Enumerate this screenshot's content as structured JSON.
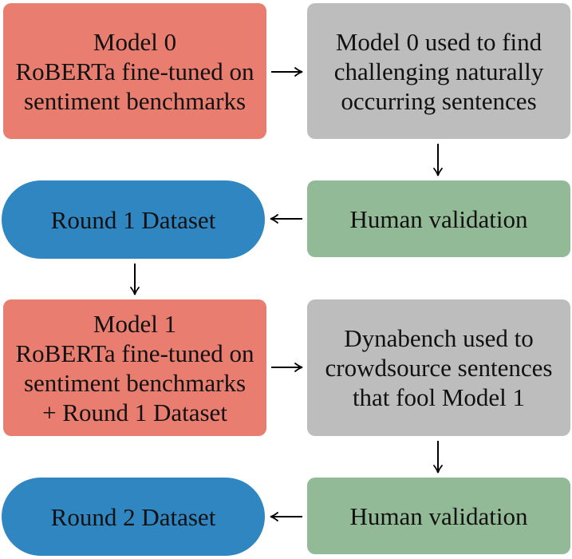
{
  "nodes": {
    "model0": {
      "lines": [
        "Model 0",
        "RoBERTa fine-tuned on",
        "sentiment benchmarks"
      ],
      "color": "#e97d6f"
    },
    "find_sentences": {
      "lines": [
        "Model 0 used to find",
        "challenging naturally",
        "occurring sentences"
      ],
      "color": "#bdbdbd"
    },
    "human_validation_1": {
      "lines": [
        "Human validation"
      ],
      "color": "#93ba97"
    },
    "round1_dataset": {
      "lines": [
        "Round 1 Dataset"
      ],
      "color": "#2f86c0"
    },
    "model1": {
      "lines": [
        "Model 1",
        "RoBERTa fine-tuned on",
        "sentiment benchmarks",
        "+ Round 1 Dataset"
      ],
      "color": "#e97d6f"
    },
    "dynabench": {
      "lines": [
        "Dynabench used to",
        "crowdsource sentences",
        "that fool Model 1"
      ],
      "color": "#bdbdbd"
    },
    "human_validation_2": {
      "lines": [
        "Human validation"
      ],
      "color": "#93ba97"
    },
    "round2_dataset": {
      "lines": [
        "Round 2 Dataset"
      ],
      "color": "#2f86c0"
    }
  },
  "edges": [
    {
      "from": "model0",
      "to": "find_sentences"
    },
    {
      "from": "find_sentences",
      "to": "human_validation_1"
    },
    {
      "from": "human_validation_1",
      "to": "round1_dataset"
    },
    {
      "from": "round1_dataset",
      "to": "model1"
    },
    {
      "from": "model1",
      "to": "dynabench"
    },
    {
      "from": "dynabench",
      "to": "human_validation_2"
    },
    {
      "from": "human_validation_2",
      "to": "round2_dataset"
    }
  ]
}
